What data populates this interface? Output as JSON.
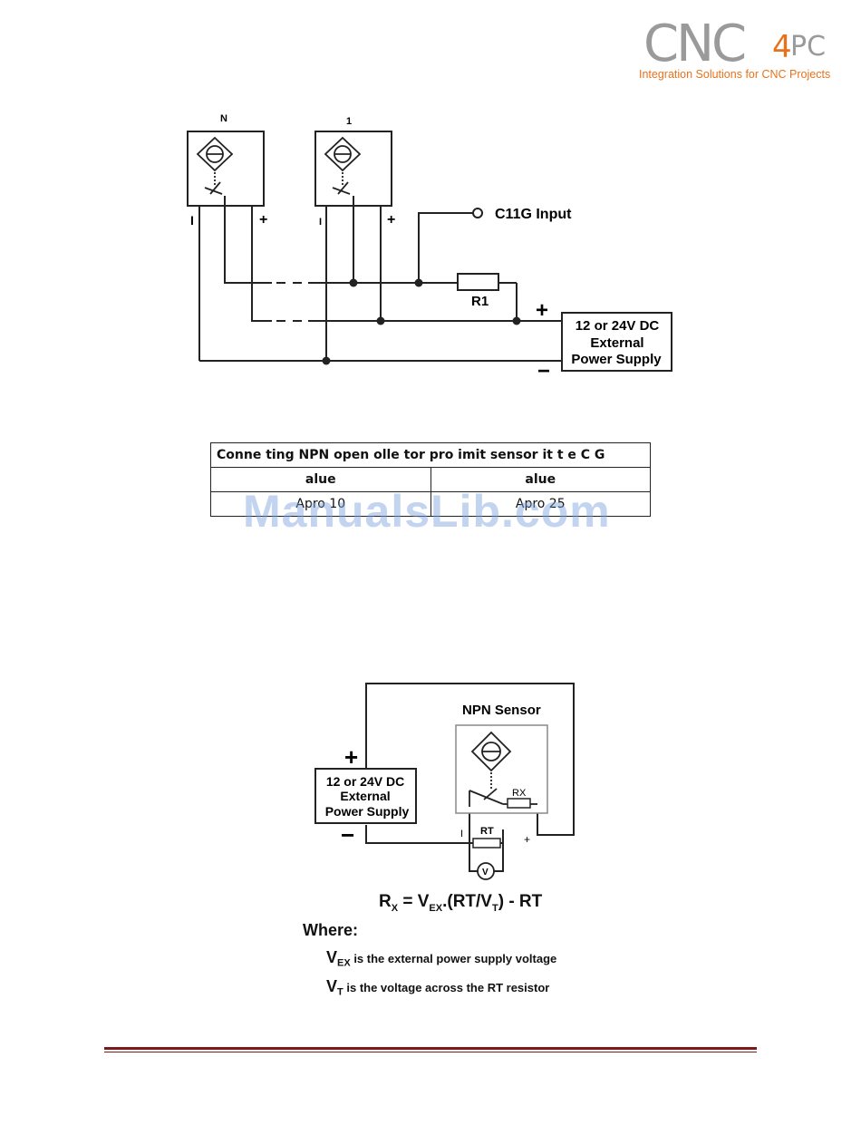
{
  "logo": {
    "brand": "CNC",
    "brand_num": "4",
    "brand_suffix": "PC",
    "tagline": "Integration Solutions for CNC Projects"
  },
  "diagram1": {
    "sensor_n_label": "N",
    "sensor_1_label": "1",
    "minus_label": "I",
    "plus_label": "+",
    "input_label": "C11G Input",
    "resistor_label": "R1",
    "supply_plus": "+",
    "supply_minus": "−",
    "supply_line1": "12 or 24V DC",
    "supply_line2": "External",
    "supply_line3": "Power Supply"
  },
  "table": {
    "title": "Conne  ting NPN open   olle  tor pro  imit   sensor    it   t  e C    G",
    "headers": [
      "alue",
      "alue"
    ],
    "rows": [
      [
        "Apro   10",
        "Apro   25"
      ]
    ]
  },
  "watermark": "ManualsLib.com",
  "diagram2": {
    "sensor_title": "NPN Sensor",
    "supply_line1": "12 or 24V DC",
    "supply_line2": "External",
    "supply_line3": "Power Supply",
    "plus": "+",
    "minus": "−",
    "rx_label": "RX",
    "rt_label": "RT",
    "v_label": "V",
    "pin_minus": "I",
    "pin_plus": "+"
  },
  "formula": {
    "rx": "R",
    "rx_sub": "X",
    "eq": " = V",
    "vex_sub": "EX",
    "mid": ".(RT/V",
    "vt_sub": "T",
    "tail": ")  -  RT"
  },
  "where": {
    "title": "Where:",
    "line1_sym": "V",
    "line1_sub": "EX",
    "line1_text": " is the external power supply voltage",
    "line2_sym": "V",
    "line2_sub": "T",
    "line2_text": "  is the voltage across the RT resistor"
  }
}
